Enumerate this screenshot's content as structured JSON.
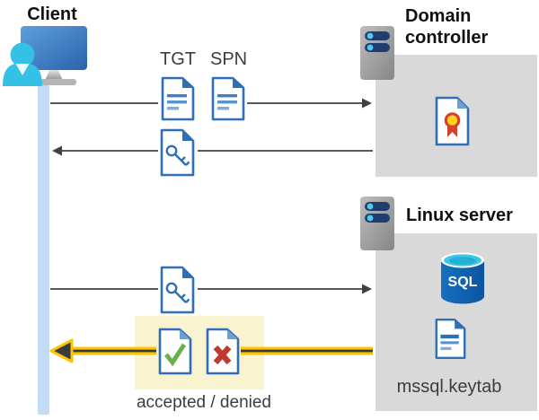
{
  "diagram": {
    "type": "kerberos-authentication-flow",
    "labels": {
      "client": "Client",
      "tgt": "TGT",
      "spn": "SPN",
      "domain_controller": "Domain controller",
      "linux_server": "Linux server",
      "sql": "SQL",
      "keytab": "mssql.keytab",
      "result": "accepted / denied"
    },
    "nodes": [
      {
        "id": "client",
        "label": "Client",
        "icon": "person-at-monitor-icon"
      },
      {
        "id": "domain-controller",
        "label": "Domain controller",
        "icon": "server-icon",
        "contains": [
          "certificate-document-icon"
        ]
      },
      {
        "id": "linux-server",
        "label": "Linux server",
        "icon": "server-icon",
        "contains": [
          "sql-database-icon",
          "document-icon mssql.keytab"
        ]
      }
    ],
    "flows": [
      {
        "step": 1,
        "from": "client",
        "to": "domain-controller",
        "direction": "right",
        "artifacts": [
          "TGT document",
          "SPN document"
        ]
      },
      {
        "step": 2,
        "from": "domain-controller",
        "to": "client",
        "direction": "left",
        "artifacts": [
          "key document (service ticket)"
        ]
      },
      {
        "step": 3,
        "from": "client",
        "to": "linux-server",
        "direction": "right",
        "artifacts": [
          "key document (service ticket)"
        ]
      },
      {
        "step": 4,
        "from": "linux-server",
        "to": "client",
        "direction": "left",
        "highlighted": true,
        "artifacts": [
          "accepted document (green check)",
          "denied document (red x)"
        ],
        "caption": "accepted / denied"
      }
    ],
    "colors": {
      "doc_blue": "#2e6fb5",
      "doc_line_blue": "#3f7ec4",
      "arrow_gray": "#404040",
      "timeline_blue": "#c3dcf6",
      "zone_gray": "#d9d9d9",
      "highlight_cream": "#faf3d0",
      "accent_yellow": "#ffc400",
      "accepted_green": "#6ab04c",
      "denied_red": "#bf3a32",
      "sql_body_blue": "#0f60ab",
      "sql_top_cyan": "#3ec6e8",
      "person_cyan": "#35c1e6",
      "monitor_blue": "#3a77c2",
      "server_slot_navy": "#1f3e6d",
      "server_dot_cyan": "#53c7ec",
      "text_dark": "#3d3d3d"
    }
  }
}
